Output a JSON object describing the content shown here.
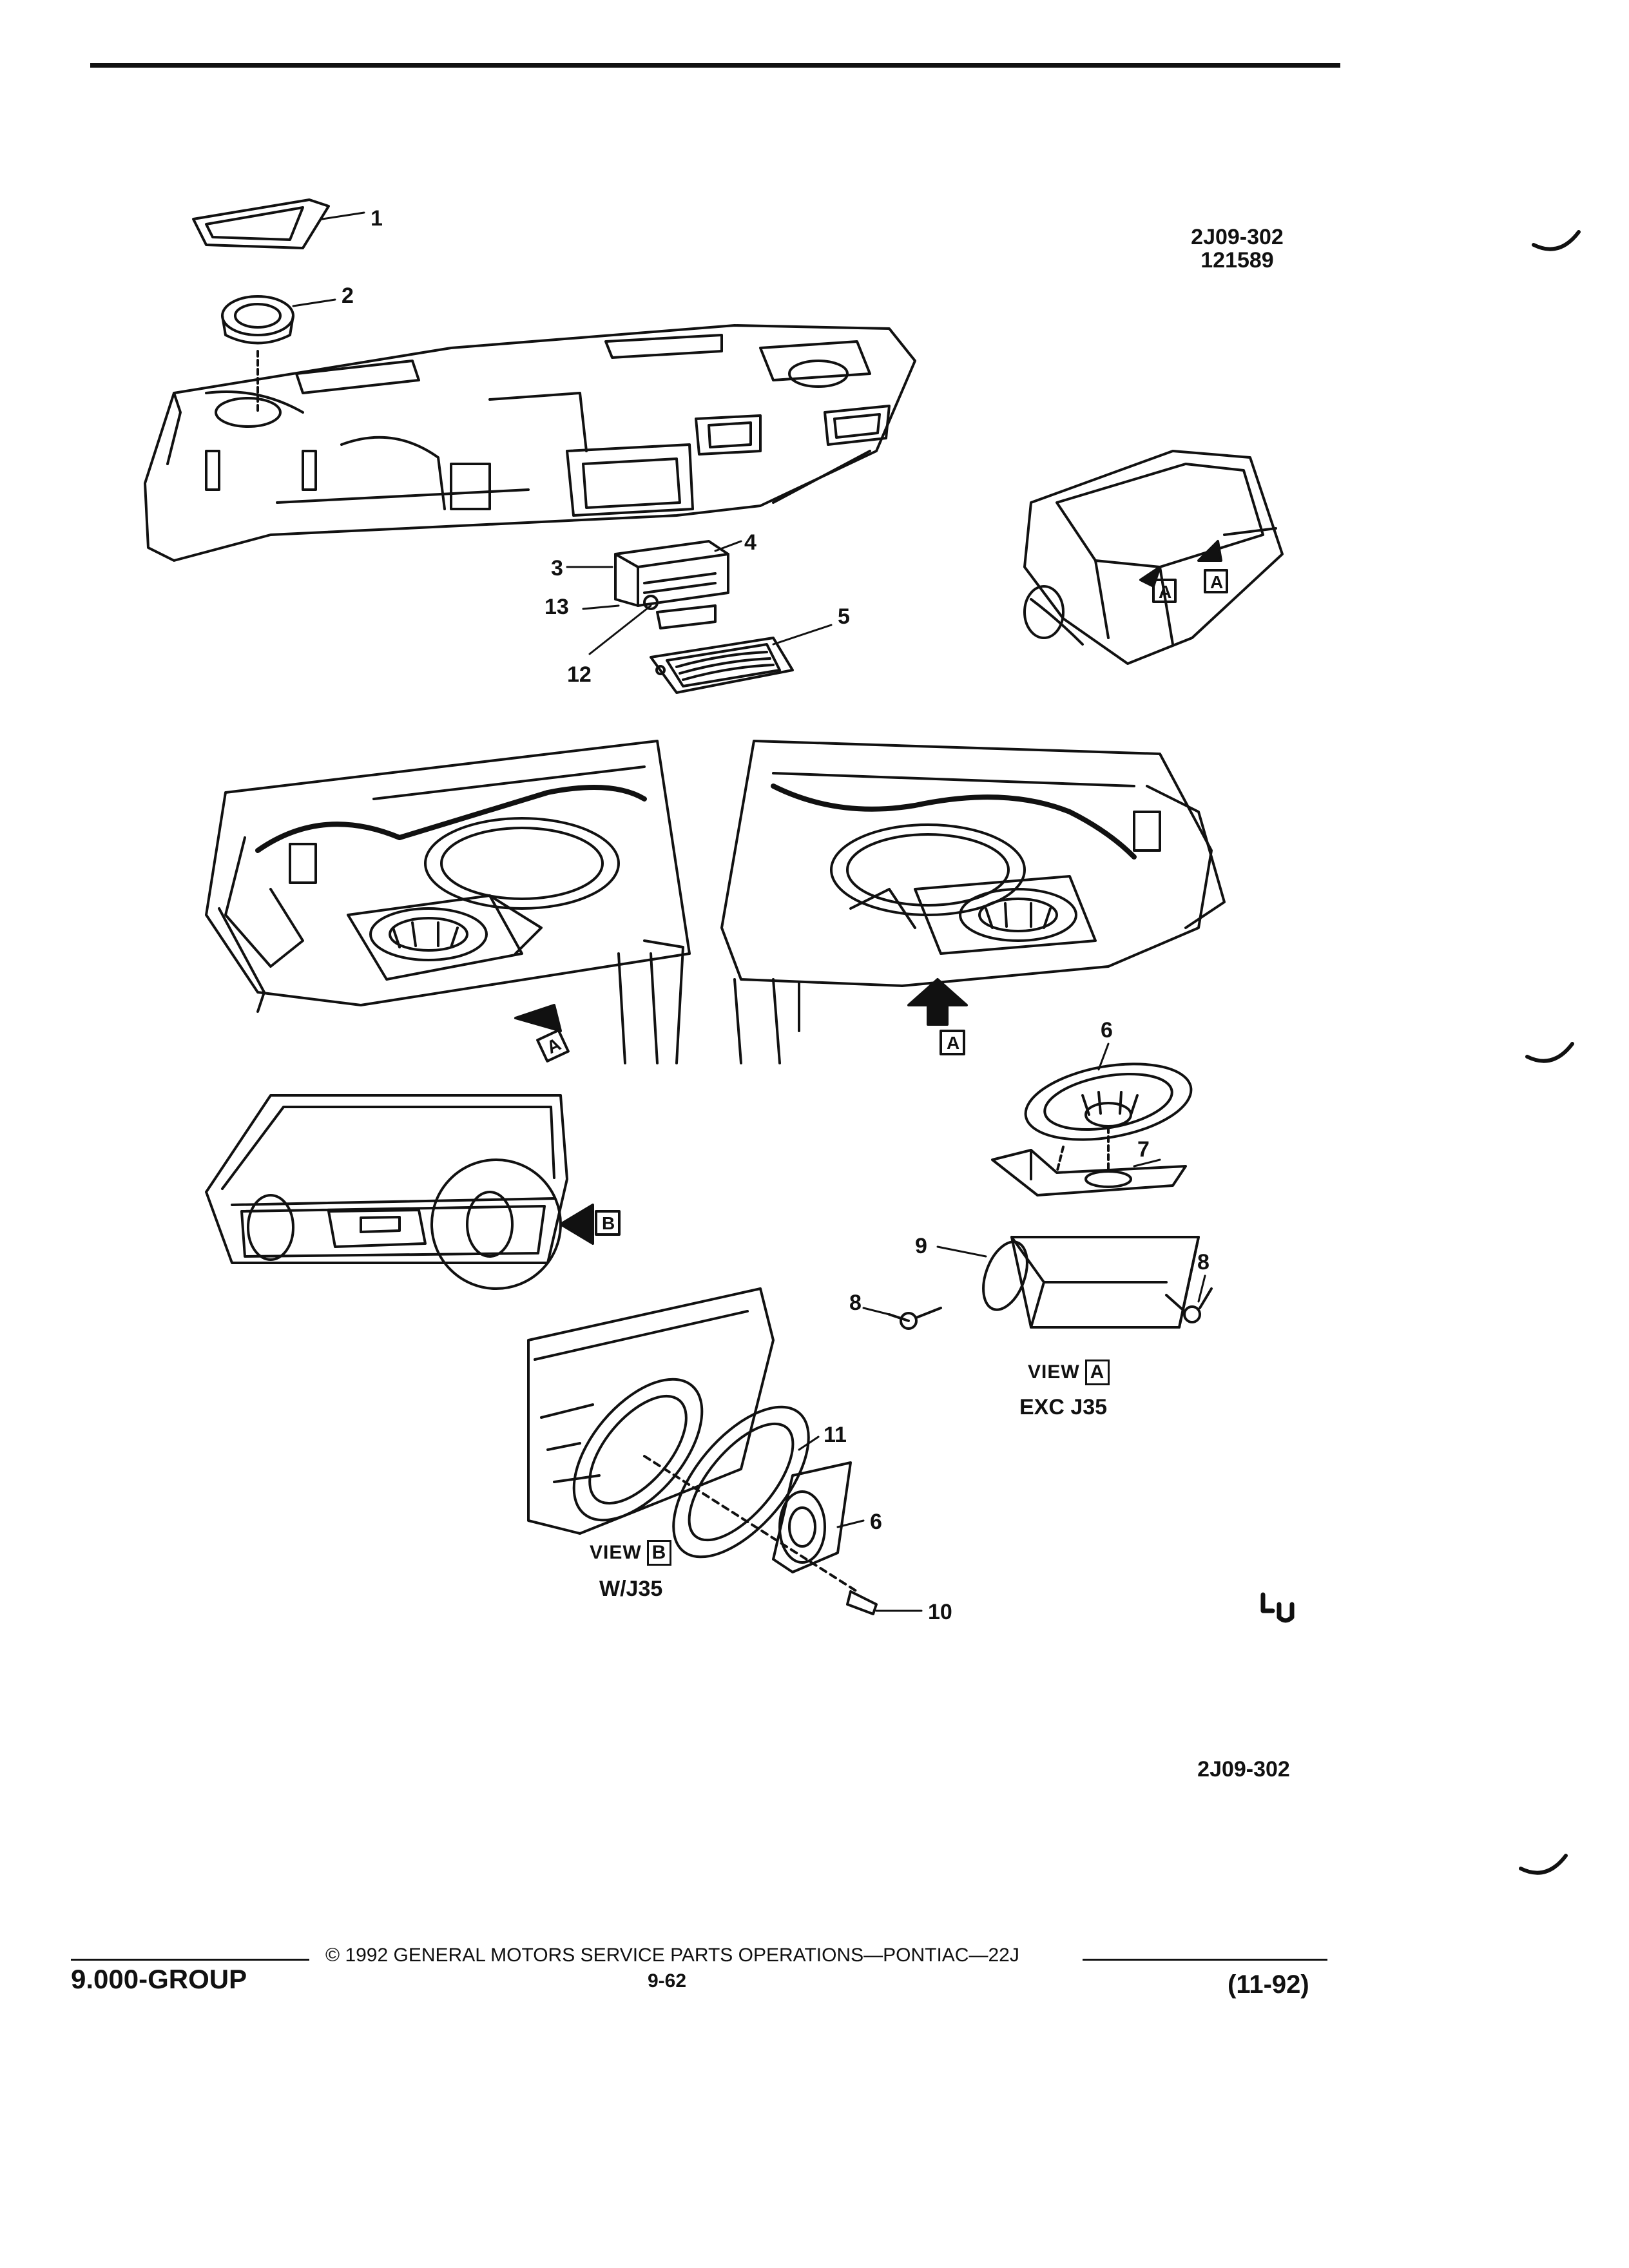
{
  "figure": {
    "id": "2J09-302",
    "serial": "121589",
    "bottom_id": "2J09-302"
  },
  "callouts": [
    "1",
    "2",
    "3",
    "4",
    "5",
    "6",
    "7",
    "8",
    "9",
    "10",
    "11",
    "12",
    "13"
  ],
  "views": {
    "a": {
      "word": "VIEW",
      "letter": "A",
      "option": "EXC J35"
    },
    "b": {
      "word": "VIEW",
      "letter": "B",
      "option": "W/J35"
    }
  },
  "view_markers": [
    "A",
    "B"
  ],
  "footer": {
    "copyright": "© 1992 GENERAL MOTORS SERVICE PARTS OPERATIONS—PONTIAC—22J",
    "page_number": "9-62",
    "group": "9.000-GROUP",
    "date": "(11-92)"
  },
  "colors": {
    "ink": "#111111",
    "paper": "#ffffff"
  }
}
